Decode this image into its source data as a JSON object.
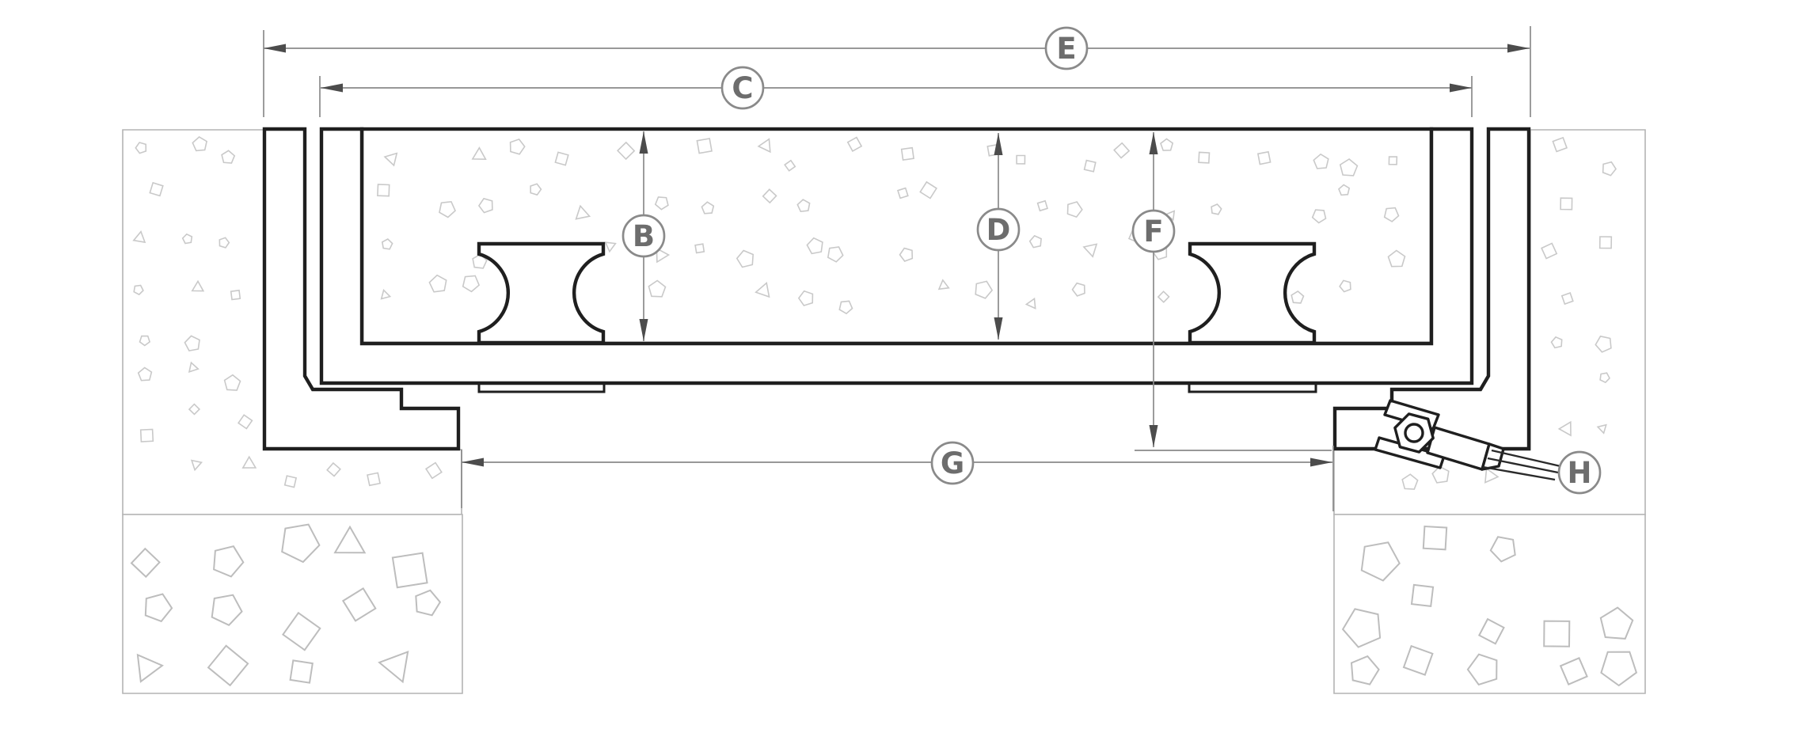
{
  "diagram": {
    "type": "technical-cross-section",
    "dimension_labels": {
      "b": "B",
      "c": "C",
      "d": "D",
      "e": "E",
      "f": "F",
      "g": "G",
      "h": "H"
    }
  },
  "colors": {
    "structural_line": "#1f1f1f",
    "dimension_line": "#8a8a8a",
    "arrowhead": "#4c4c4c",
    "label_text": "#6d6d6d",
    "label_circle_border": "#8a8a8a",
    "concrete_outline": "#b4b4b4",
    "stipple_fine": "#c9c9c9",
    "stipple_coarse": "#bdbdbd",
    "background": "#ffffff"
  }
}
